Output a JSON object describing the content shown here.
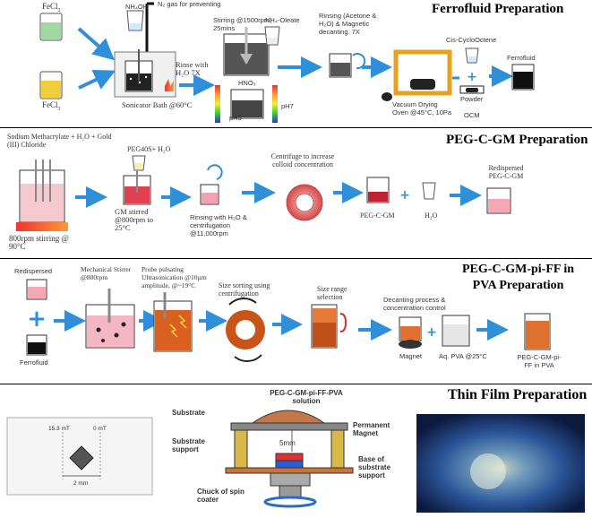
{
  "sections": {
    "ferrofluid": {
      "title": "Ferrofluid Preparation",
      "fecl2": "FeCl",
      "fecl2_sub": "2",
      "fecl3": "FeCl",
      "fecl3_sub": "3",
      "nh4oh": "NH₄OH",
      "n2": "N₂ gas for preventing",
      "sonicator": "Sonicator Bath @60°C",
      "stirring": "Stirring @1500rpm, 25mins",
      "nh4oleate": "NH₄-Oleate",
      "rinse": "Rinse with H₂O 7X",
      "hno3": "HNO₃",
      "ph9": "pH9",
      "ph7": "pH7",
      "rinsing": "Rinsing (Acetone & H₂O) & Magnetic decanting. 7X",
      "vacuum": "Vacuum Drying Oven @45°C, 10Pa",
      "cis": "Cis-CycloOctene",
      "powder": "Powder",
      "ocm": "OCM",
      "ferrofluid": "Ferrofluid"
    },
    "pegcgm": {
      "title": "PEG-C-GM Preparation",
      "sodium": "Sodium Methacrylate + H₂O + Gold (III) Chloride",
      "stirring": "800rpm stirring @ 90°C",
      "peg": "PEG40S+ H₂O",
      "gm": "GM stirred @800rpm to 25°C",
      "rinsing": "Rinsing with H₂O & centrifugation @11,000rpm",
      "centrifuge": "Centrifuge to increase colloid concentration",
      "pegcgm": "PEG-C-GM",
      "h2o": "H₂O",
      "redispersed": "Redispersed PEG-C-GM"
    },
    "pva": {
      "title_line1": "PEG-C-GM-pi-FF in",
      "title_line2": "PVA Preparation",
      "redispersed": "Redispersed",
      "ferrofluid": "Ferrofluid",
      "mechanical": "Mechanical Stirrer @800rpm",
      "probe": "Probe pulsating Ultrasonication @10µm amplitude, @~19°C",
      "size_sort": "Size sorting using centrifugation",
      "size_range": "Size range selection",
      "decanting": "Decanting process & concentration control",
      "magnet": "Magnet",
      "aqpva": "Aq. PVA @25°C",
      "product": "PEG-C-GM-pi-FF in PVA"
    },
    "thinfilm": {
      "title": "Thin Film Preparation",
      "mt1": "15.3 mT",
      "mt2": "0 mT",
      "mm": "2 mm",
      "substrate": "Substrate",
      "pva_solution": "PEG-C-GM-pi-FF-PVA solution",
      "permanent": "Permanent Magnet",
      "five_mm": "5mm",
      "substrate_support": "Substrate support",
      "base": "Base of substrate support",
      "chuck": "Chuck of spin coater"
    }
  },
  "colors": {
    "arrow": "#2f8fd8",
    "magnet_red": "#e23030",
    "magnet_blue": "#2a5cd8",
    "gold_support": "#e8c84a",
    "ferro_black": "#1a1a1a",
    "pink": "#f4b6c2",
    "orange": "#d9601e"
  }
}
